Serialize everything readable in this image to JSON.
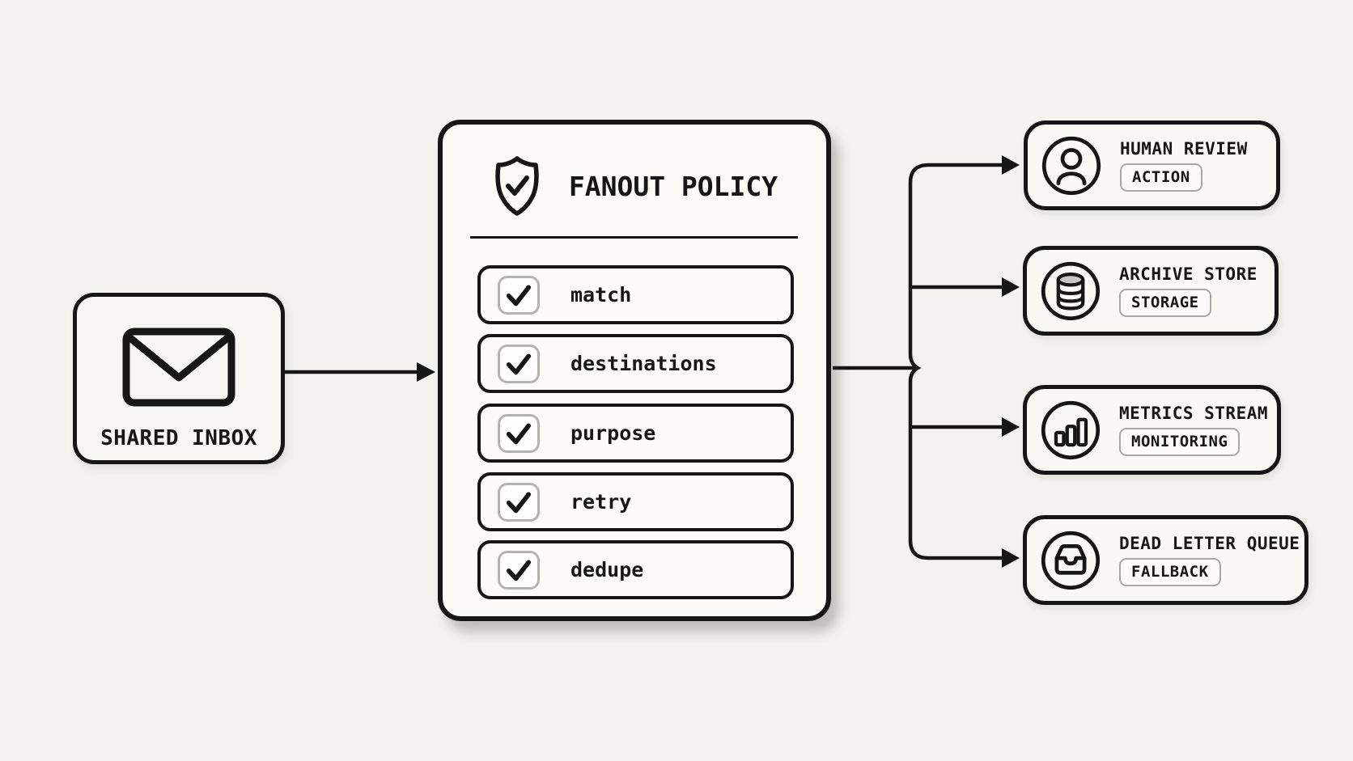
{
  "page": {
    "background": "#f3f2ef",
    "ink": "#161616"
  },
  "inbox": {
    "icon": "envelope-icon",
    "label": "SHARED INBOX"
  },
  "policy": {
    "icon": "shield-check-icon",
    "title": "FANOUT POLICY",
    "items": [
      {
        "label": "match",
        "checked": true
      },
      {
        "label": "destinations",
        "checked": true
      },
      {
        "label": "purpose",
        "checked": true
      },
      {
        "label": "retry",
        "checked": true
      },
      {
        "label": "dedupe",
        "checked": true
      }
    ]
  },
  "outputs": [
    {
      "title": "HUMAN REVIEW",
      "badge": "ACTION",
      "icon": "user-icon"
    },
    {
      "title": "ARCHIVE STORE",
      "badge": "STORAGE",
      "icon": "database-icon"
    },
    {
      "title": "METRICS STREAM",
      "badge": "MONITORING",
      "icon": "bar-chart-icon"
    },
    {
      "title": "DEAD LETTER QUEUE",
      "badge": "FALLBACK",
      "icon": "inbox-tray-icon"
    }
  ]
}
